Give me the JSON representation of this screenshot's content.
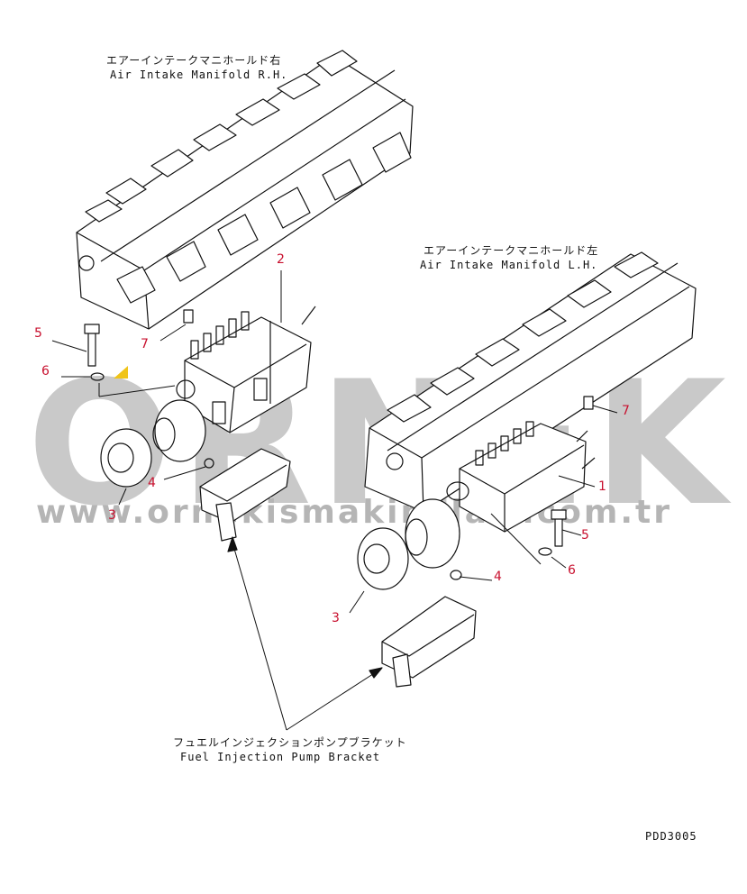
{
  "labels": {
    "manifold_rh_jp": "エアーインテークマニホールド右",
    "manifold_rh_en": "Air Intake Manifold R.H.",
    "manifold_lh_jp": "エアーインテークマニホールド左",
    "manifold_lh_en": "Air Intake Manifold L.H.",
    "bracket_jp": "フュエルインジェクションポンプブラケット",
    "bracket_en": "Fuel Injection Pump Bracket",
    "drawing_code": "PDD3005"
  },
  "callouts": {
    "c1": "1",
    "c2": "2",
    "c3a": "3",
    "c3b": "3",
    "c4a": "4",
    "c4b": "4",
    "c5a": "5",
    "c5b": "5",
    "c6a": "6",
    "c6b": "6",
    "c7a": "7",
    "c7b": "7"
  },
  "watermark": {
    "brand": "ORNEK",
    "url": "www.ornekismakinalari.com.tr"
  },
  "colors": {
    "line": "#111111",
    "callout": "#c8102e",
    "watermark": "#c9c9c9",
    "accent": "#f0c419"
  }
}
